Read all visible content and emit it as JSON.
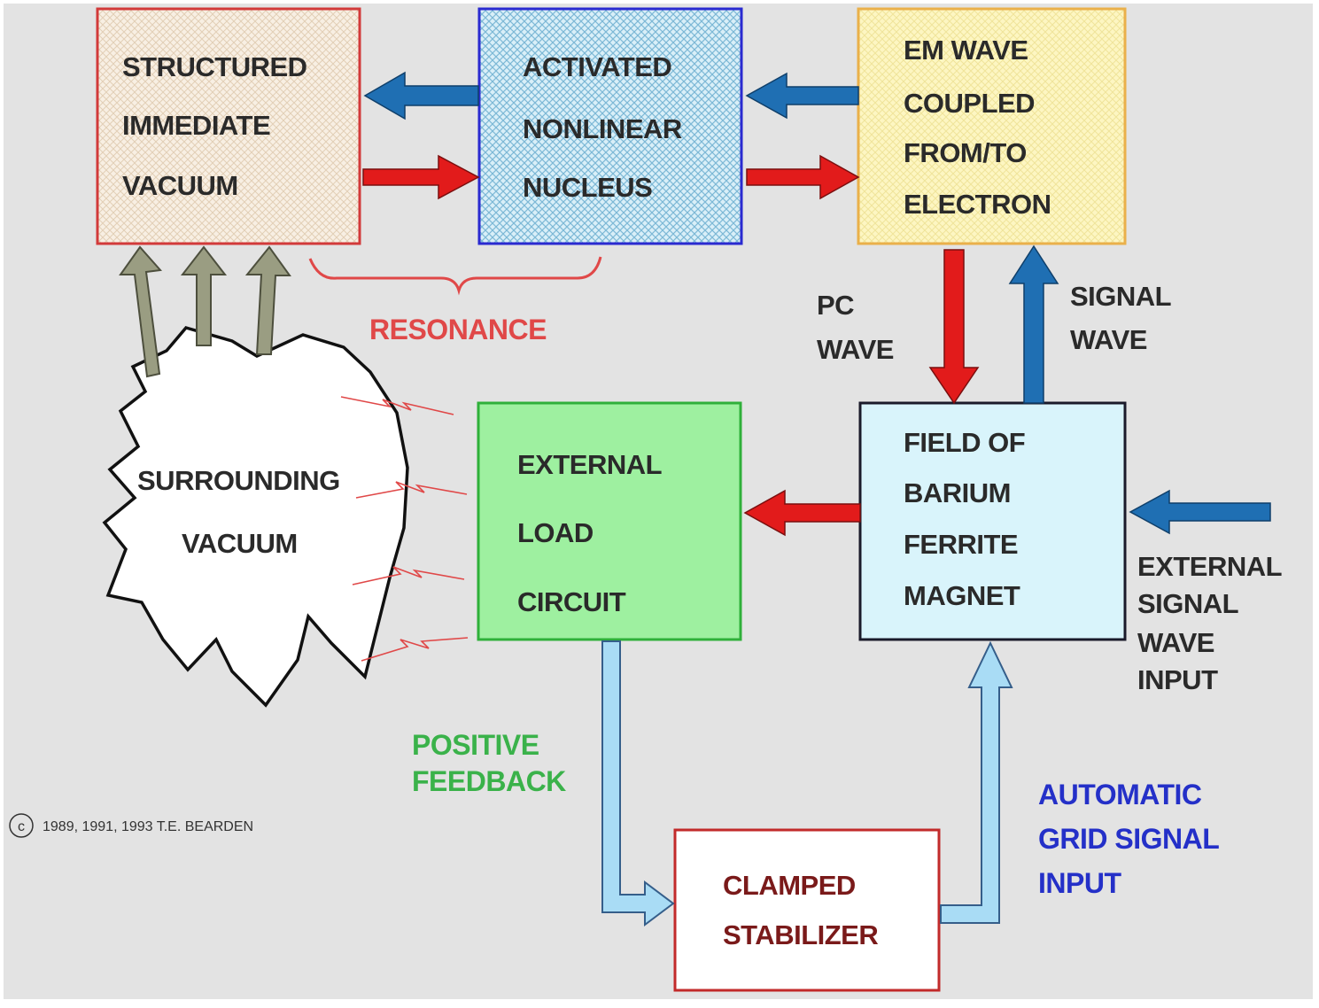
{
  "colors": {
    "background": "#e3e3e3",
    "red_arrow": "#e21b1b",
    "blue_arrow": "#1f6fb3",
    "light_blue_arrow": "#a9dcf5",
    "olive_arrow": "#9a9d82",
    "resonance": "#e04848",
    "feedback": "#3ab24a",
    "grid_signal": "#2430c8"
  },
  "boxes": {
    "structured_vacuum": {
      "lines": [
        "STRUCTURED",
        "IMMEDIATE",
        "VACUUM"
      ]
    },
    "nonlinear_nucleus": {
      "lines": [
        "ACTIVATED",
        "NONLINEAR",
        "NUCLEUS"
      ]
    },
    "em_wave": {
      "lines": [
        "EM WAVE",
        "COUPLED",
        "FROM/TO",
        "ELECTRON"
      ]
    },
    "external_load": {
      "lines": [
        "EXTERNAL",
        "LOAD",
        "CIRCUIT"
      ]
    },
    "barium_ferrite": {
      "lines": [
        "FIELD OF",
        "BARIUM",
        "FERRITE",
        "MAGNET"
      ]
    },
    "clamped_stabilizer": {
      "lines": [
        "CLAMPED",
        "STABILIZER"
      ]
    },
    "surrounding_vacuum": {
      "lines": [
        "SURROUNDING",
        "VACUUM"
      ]
    }
  },
  "labels": {
    "resonance": "RESONANCE",
    "pc_wave": [
      "PC",
      "WAVE"
    ],
    "signal_wave": [
      "SIGNAL",
      "WAVE"
    ],
    "external_signal": [
      "EXTERNAL",
      "SIGNAL",
      "WAVE",
      "INPUT"
    ],
    "positive_feedback": [
      "POSITIVE",
      "FEEDBACK"
    ],
    "automatic_grid": [
      "AUTOMATIC",
      "GRID SIGNAL",
      "INPUT"
    ],
    "copyright_symbol": "c",
    "copyright": "1989, 1991, 1993 T.E. BEARDEN"
  }
}
